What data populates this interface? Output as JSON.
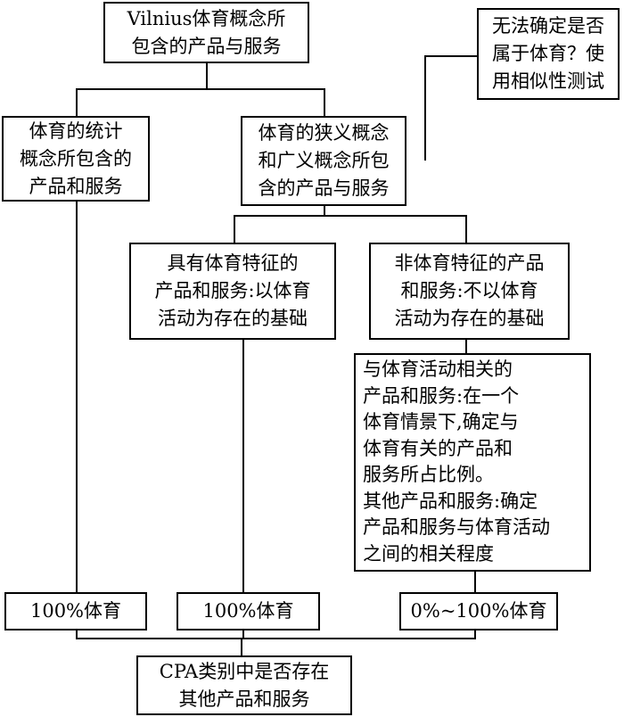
{
  "nodes": {
    "root": [
      "Vilnius体育概念所",
      "包含的产品与服务"
    ],
    "uncertain": [
      "无法确定是否",
      "属于体育？使",
      "用相似性测试"
    ],
    "statistical": [
      "体育的统计",
      "概念所包含的",
      "产品和服务"
    ],
    "narrow_broad": [
      "体育的狭义概念",
      "和广义概念所包",
      "含的产品与服务"
    ],
    "with_features": [
      "具有体育特征的",
      "产品和服务:以体育",
      "活动为存在的基础"
    ],
    "non_features": [
      "非体育特征的产品",
      "和服务:不以体育",
      "活动为存在的基础"
    ],
    "related": [
      "与体育活动相关的",
      "产品和服务:在一个",
      "体育情景下,确定与",
      "体育有关的产品和",
      "服务所占比例。",
      "其他产品和服务:确定",
      "产品和服务与体育活动",
      "之间的相关程度"
    ],
    "pct_left": "100%体育",
    "pct_mid": "100%体育",
    "pct_right": "0%~100%体育",
    "cpa": [
      "CPA类别中是否存在",
      "其他产品和服务"
    ]
  }
}
